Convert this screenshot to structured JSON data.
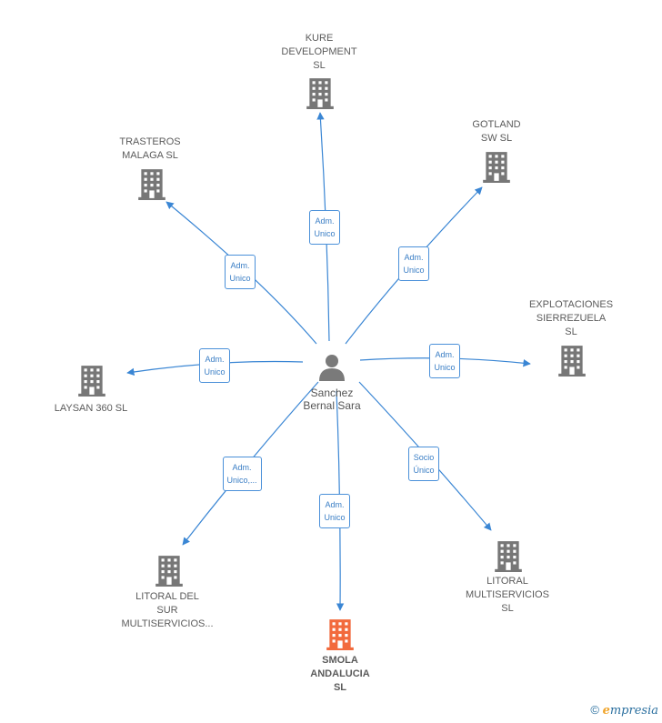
{
  "colors": {
    "edge": "#3a86d4",
    "building": "#777777",
    "building_highlight": "#f26a3d",
    "person": "#7a7a7a"
  },
  "center": {
    "name": "Sanchez\nBernal Sara",
    "icon": "person-icon"
  },
  "companies": [
    {
      "id": "kure",
      "name": "KURE\nDEVELOPMENT\nSL",
      "icon": "building-icon",
      "highlight": false
    },
    {
      "id": "gotland",
      "name": "GOTLAND\nSW  SL",
      "icon": "building-icon",
      "highlight": false
    },
    {
      "id": "trasteros",
      "name": "TRASTEROS\nMALAGA SL",
      "icon": "building-icon",
      "highlight": false
    },
    {
      "id": "explotaciones",
      "name": "EXPLOTACIONES\nSIERREZUELA\nSL",
      "icon": "building-icon",
      "highlight": false
    },
    {
      "id": "laysan",
      "name": "LAYSAN 360  SL",
      "icon": "building-icon",
      "highlight": false
    },
    {
      "id": "litoral-sur",
      "name": "LITORAL DEL\nSUR\nMULTISERVICIOS...",
      "icon": "building-icon",
      "highlight": false
    },
    {
      "id": "smola",
      "name": "SMOLA\nANDALUCIA\nSL",
      "icon": "building-icon",
      "highlight": true
    },
    {
      "id": "litoral-multi",
      "name": "LITORAL\nMULTISERVICIOS\nSL",
      "icon": "building-icon",
      "highlight": false
    }
  ],
  "relations": [
    {
      "target": "kure",
      "label": "Adm.\nUnico"
    },
    {
      "target": "gotland",
      "label": "Adm.\nUnico"
    },
    {
      "target": "trasteros",
      "label": "Adm.\nUnico"
    },
    {
      "target": "explotaciones",
      "label": "Adm.\nUnico"
    },
    {
      "target": "laysan",
      "label": "Adm.\nUnico"
    },
    {
      "target": "litoral-sur",
      "label": "Adm.\nUnico,..."
    },
    {
      "target": "smola",
      "label": "Adm.\nUnico"
    },
    {
      "target": "litoral-multi",
      "label": "Socio\nÚnico"
    }
  ],
  "footer": {
    "copyright": "©",
    "brand_initial": "e",
    "brand_rest": "mpresia"
  }
}
